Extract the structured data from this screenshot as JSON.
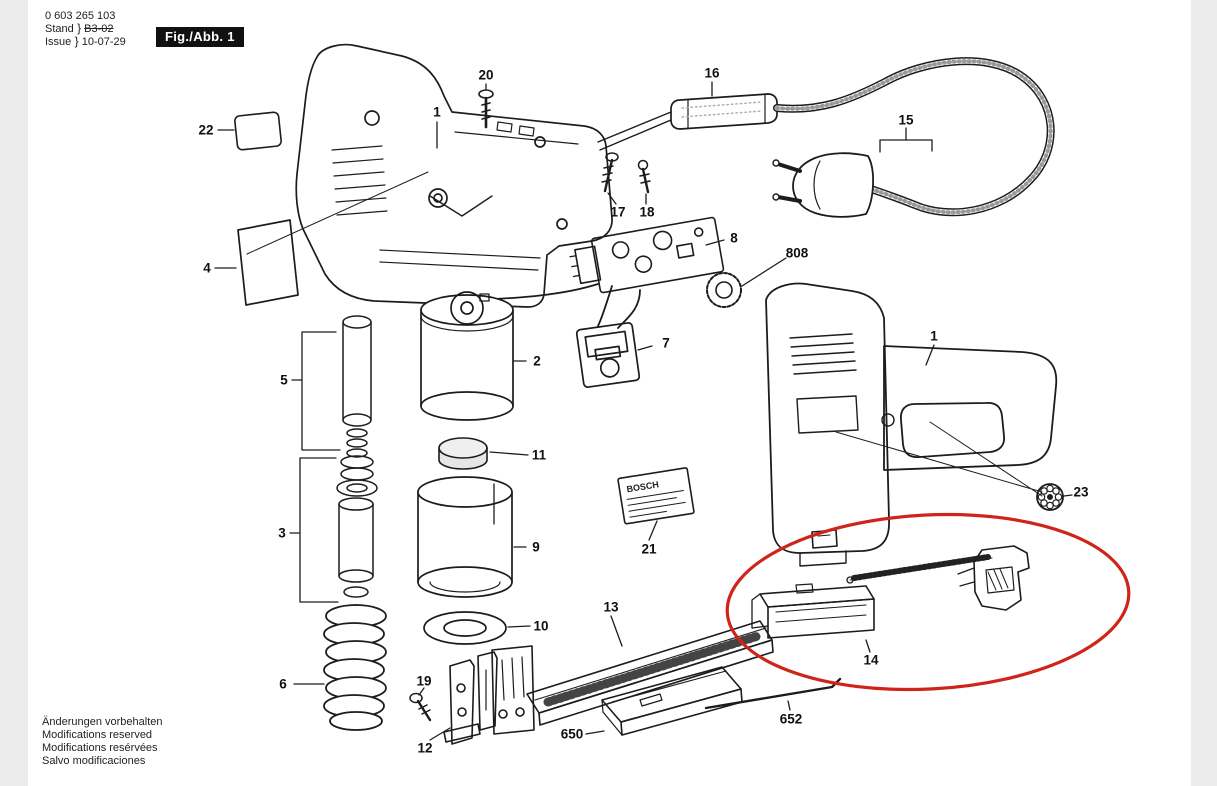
{
  "header": {
    "code": "0 603 265 103",
    "stand_label": "Stand",
    "stand_value": "B3-02",
    "issue_label": "Issue",
    "issue_value": "10-07-29",
    "figure_badge": "Fig./Abb. 1"
  },
  "footer": {
    "lines": [
      "Änderungen vorbehalten",
      "Modifications reserved",
      "Modifications resérvées",
      "Salvo modificaciones"
    ]
  },
  "nameplate": {
    "brand": "BOSCH"
  },
  "colors": {
    "ink": "#1c1c1c",
    "highlight": "#cf241a"
  },
  "callouts": [
    {
      "id": "22",
      "label": "22"
    },
    {
      "id": "4",
      "label": "4"
    },
    {
      "id": "20",
      "label": "20"
    },
    {
      "id": "1-top",
      "label": "1"
    },
    {
      "id": "16",
      "label": "16"
    },
    {
      "id": "15",
      "label": "15"
    },
    {
      "id": "17",
      "label": "17"
    },
    {
      "id": "18",
      "label": "18"
    },
    {
      "id": "8",
      "label": "8"
    },
    {
      "id": "808",
      "label": "808"
    },
    {
      "id": "2",
      "label": "2"
    },
    {
      "id": "7",
      "label": "7"
    },
    {
      "id": "5",
      "label": "5"
    },
    {
      "id": "11",
      "label": "11"
    },
    {
      "id": "3",
      "label": "3"
    },
    {
      "id": "9",
      "label": "9"
    },
    {
      "id": "21",
      "label": "21"
    },
    {
      "id": "1-right",
      "label": "1"
    },
    {
      "id": "23",
      "label": "23"
    },
    {
      "id": "10",
      "label": "10"
    },
    {
      "id": "13",
      "label": "13"
    },
    {
      "id": "14",
      "label": "14"
    },
    {
      "id": "6",
      "label": "6"
    },
    {
      "id": "19",
      "label": "19"
    },
    {
      "id": "12",
      "label": "12"
    },
    {
      "id": "650",
      "label": "650"
    },
    {
      "id": "652",
      "label": "652"
    }
  ]
}
